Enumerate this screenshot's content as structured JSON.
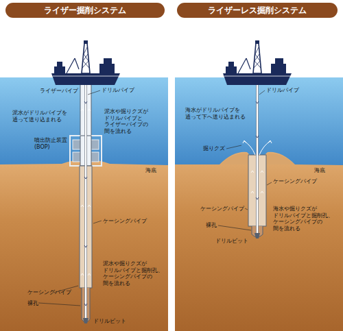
{
  "diagram": {
    "nodes": [
      {
        "text": [
          "ライザー掘削システム"
        ]
      },
      {
        "text": [
          "ライザーレス掘削システム"
        ]
      }
    ],
    "labels": [
      "ライザーパイプ",
      "ドリルパイプ",
      "泥水がドリルパイプを 通って送り込まれる",
      "泥水や掘りクズが ドリルパイプと ライザーパイプの 間を流れる",
      "噴出防止装置 (BOP)",
      "海底",
      "ケーシングパイプ",
      "泥水や掘りクズが ドリルパイプと掘削孔、 ケーシングパイプの 間を流れる",
      "ケーシングパイプ",
      "裸孔",
      "ドリルビット",
      "ドリルパイプ",
      "海水がドリルパイプを 通って下へ送り込まれる",
      "掘りクズ",
      "海底",
      "ケーシングパイプ",
      "ケーシングパイプ",
      "海水や掘りクズが ドリルパイプと掘削孔、 ケーシングパイプの 間を流れる",
      "裸孔",
      "ドリルビット"
    ]
  }
}
